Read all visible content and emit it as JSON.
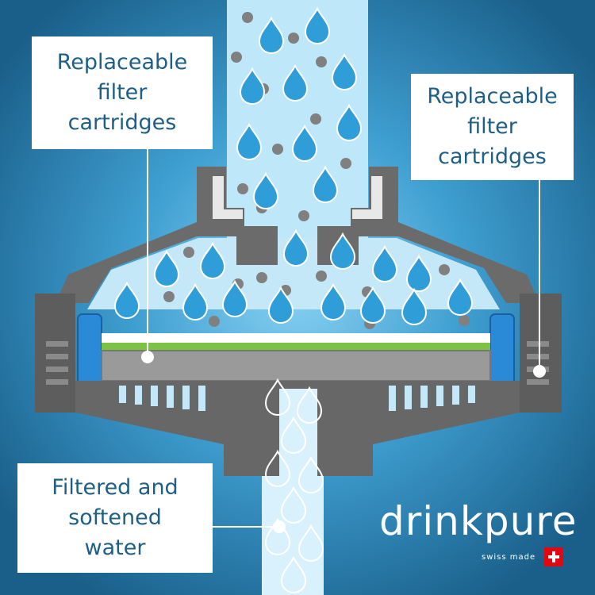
{
  "labels": {
    "left": [
      "Replaceable",
      "filter",
      "cartridges"
    ],
    "right": [
      "Replaceable",
      "filter",
      "cartridges"
    ],
    "bottom": [
      "Filtered and",
      "softened",
      "water"
    ]
  },
  "brand": {
    "name": "drinkpure",
    "tagline": "swiss made"
  },
  "colors": {
    "background": "#1f6f9a",
    "housing": "#6b6b6b",
    "water_drop": "#2f9ed8",
    "filter_layer_green": "#7cc243",
    "flag_red": "#e30613"
  }
}
